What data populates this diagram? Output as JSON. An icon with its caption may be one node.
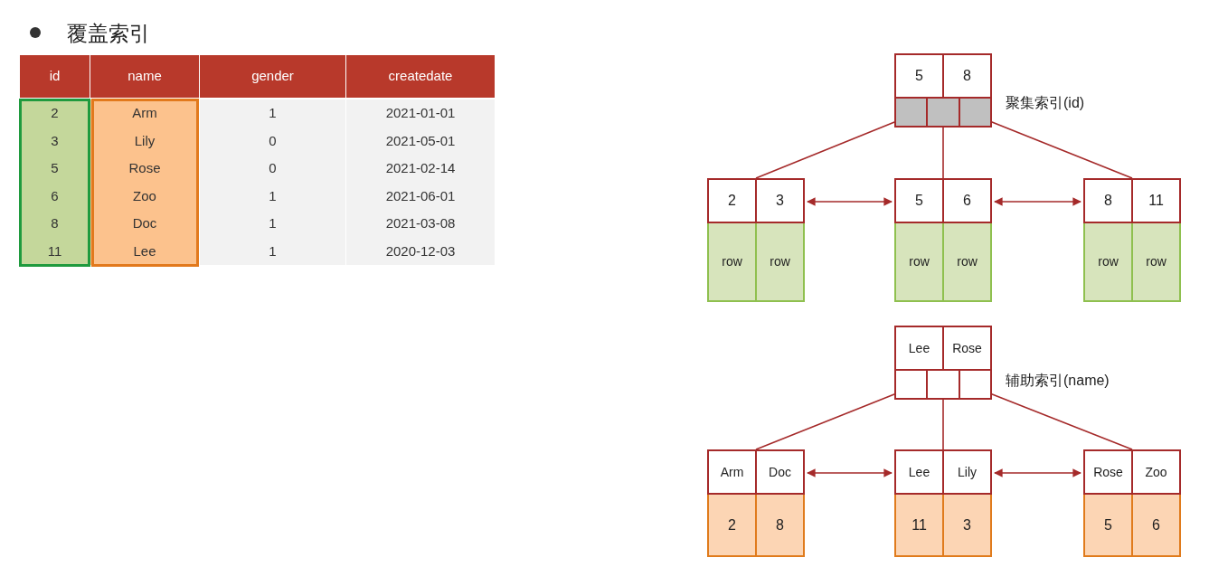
{
  "diagram": {
    "title": "覆盖索引",
    "nodes": [
      {
        "text": [
          "5",
          "8"
        ],
        "beside": [
          "聚集索引(id)"
        ]
      },
      {
        "text": [
          "2",
          "3",
          "row",
          "row"
        ]
      },
      {
        "text": [
          "5",
          "6",
          "row",
          "row"
        ]
      },
      {
        "text": [
          "8",
          "11",
          "row",
          "row"
        ]
      },
      {
        "text": [
          "Lee",
          "Rose"
        ],
        "beside": [
          "辅助索引(name)"
        ]
      },
      {
        "text": [
          "Arm",
          "Doc",
          "2",
          "8"
        ]
      },
      {
        "text": [
          "Lee",
          "Lily",
          "11",
          "3"
        ]
      },
      {
        "text": [
          "Rose",
          "Zoo",
          "5",
          "6"
        ]
      }
    ],
    "edges": [
      {
        "from": 0,
        "to": 1,
        "arrow": "none"
      },
      {
        "from": 0,
        "to": 2,
        "arrow": "none"
      },
      {
        "from": 0,
        "to": 3,
        "arrow": "none"
      },
      {
        "from": 1,
        "to": 2,
        "arrow": "both"
      },
      {
        "from": 2,
        "to": 3,
        "arrow": "both"
      },
      {
        "from": 4,
        "to": 5,
        "arrow": "none"
      },
      {
        "from": 4,
        "to": 6,
        "arrow": "none"
      },
      {
        "from": 4,
        "to": 7,
        "arrow": "none"
      },
      {
        "from": 5,
        "to": 6,
        "arrow": "both"
      },
      {
        "from": 6,
        "to": 7,
        "arrow": "both"
      }
    ],
    "labels": [
      "id",
      "name",
      "gender",
      "createdate",
      "2",
      "Arm",
      "1",
      "2021-01-01",
      "3",
      "Lily",
      "0",
      "2021-05-01",
      "5",
      "Rose",
      "0",
      "2021-02-14",
      "6",
      "Zoo",
      "1",
      "2021-06-01",
      "8",
      "Doc",
      "1",
      "2021-03-08",
      "11",
      "Lee",
      "1",
      "2020-12-03"
    ]
  }
}
